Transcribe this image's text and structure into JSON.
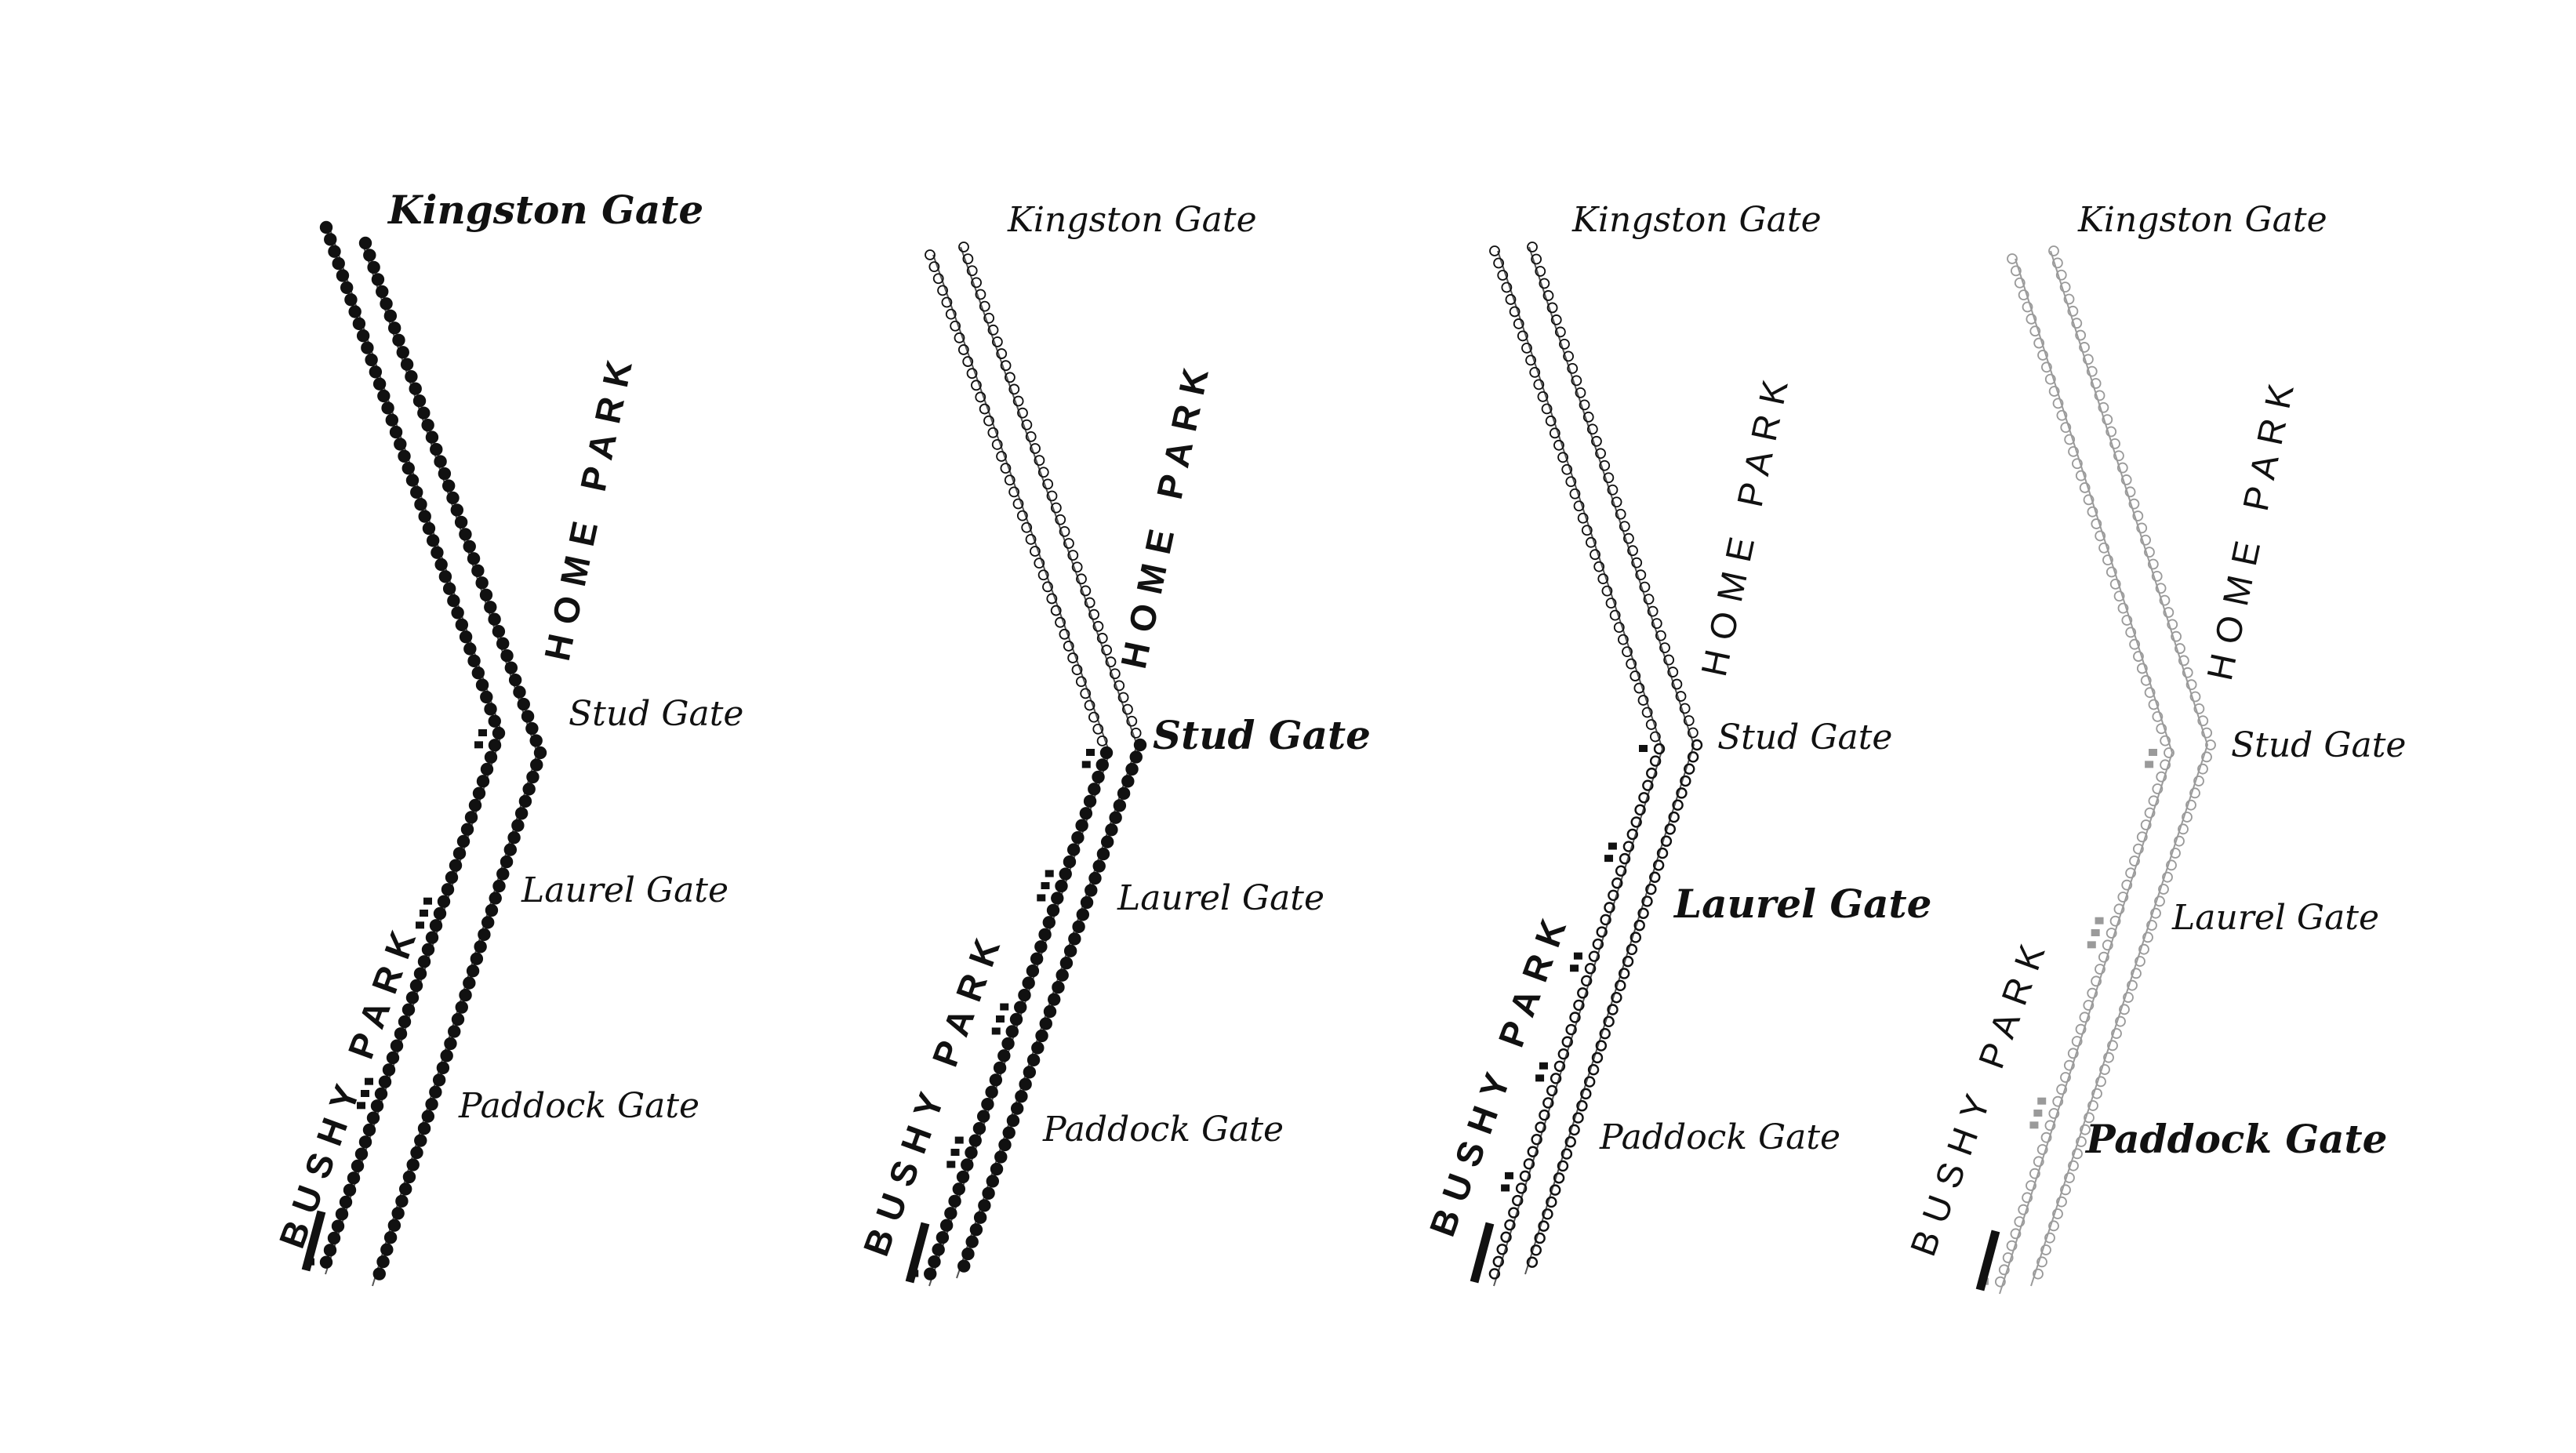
{
  "panels": [
    {
      "highlight": "Kingston Gate",
      "gates": [
        "Kingston Gate",
        "Stud Gate",
        "Laurel Gate",
        "Paddock Gate"
      ],
      "parks": {
        "home": "HOME PARK",
        "bushy": "BUSHY PARK"
      }
    },
    {
      "highlight": "Stud Gate",
      "gates": [
        "Kingston Gate",
        "Stud Gate",
        "Laurel Gate",
        "Paddock Gate"
      ],
      "parks": {
        "home": "HOME PARK",
        "bushy": "BUSHY PARK"
      }
    },
    {
      "highlight": "Laurel Gate",
      "gates": [
        "Kingston Gate",
        "Stud Gate",
        "Laurel Gate",
        "Paddock Gate"
      ],
      "parks": {
        "home": "HOME PARK",
        "bushy": "BUSHY PARK"
      }
    },
    {
      "highlight": "Paddock Gate",
      "gates": [
        "Kingston Gate",
        "Stud Gate",
        "Laurel Gate",
        "Paddock Gate"
      ],
      "parks": {
        "home": "HOME PARK",
        "bushy": "BUSHY PARK"
      }
    }
  ],
  "colors": {
    "ink": "#111111",
    "faint": "#9a9a9a"
  }
}
